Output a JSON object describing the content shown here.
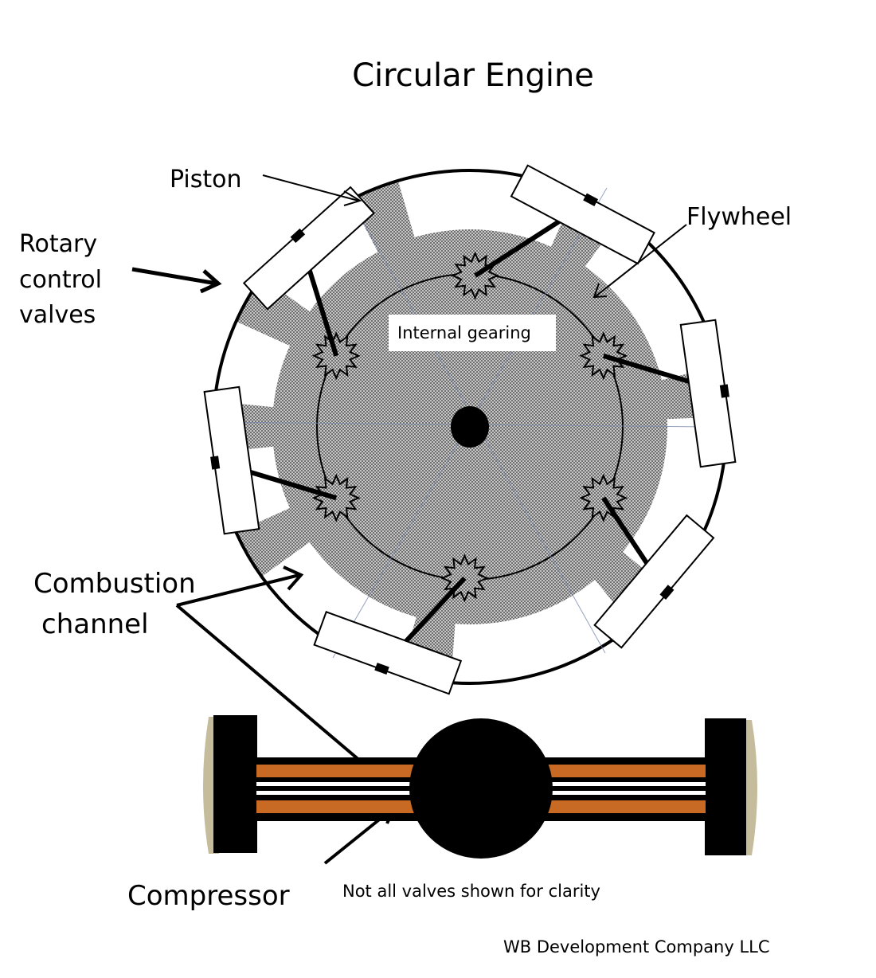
{
  "title": "Circular Engine",
  "labels": {
    "piston": "Piston",
    "rotary_control_valves": [
      "Rotary",
      "control",
      "valves"
    ],
    "flywheel": "Flywheel",
    "internal_gearing": "Internal gearing",
    "combustion_channel": [
      "Combustion",
      "channel"
    ],
    "compressor": "Compressor",
    "note": "Not all valves shown for clarity",
    "credit": "WB Development Company LLC"
  },
  "colors": {
    "flywheel_fill": "#9a9a9a",
    "channel_stripe": "#c86a24",
    "end_cap": "#c4bc9a",
    "line": "#000000",
    "guide_line": "#7a8bb0"
  },
  "components": {
    "piston_count": 6,
    "rotary_valve_count": 6,
    "gear_count": 6
  }
}
